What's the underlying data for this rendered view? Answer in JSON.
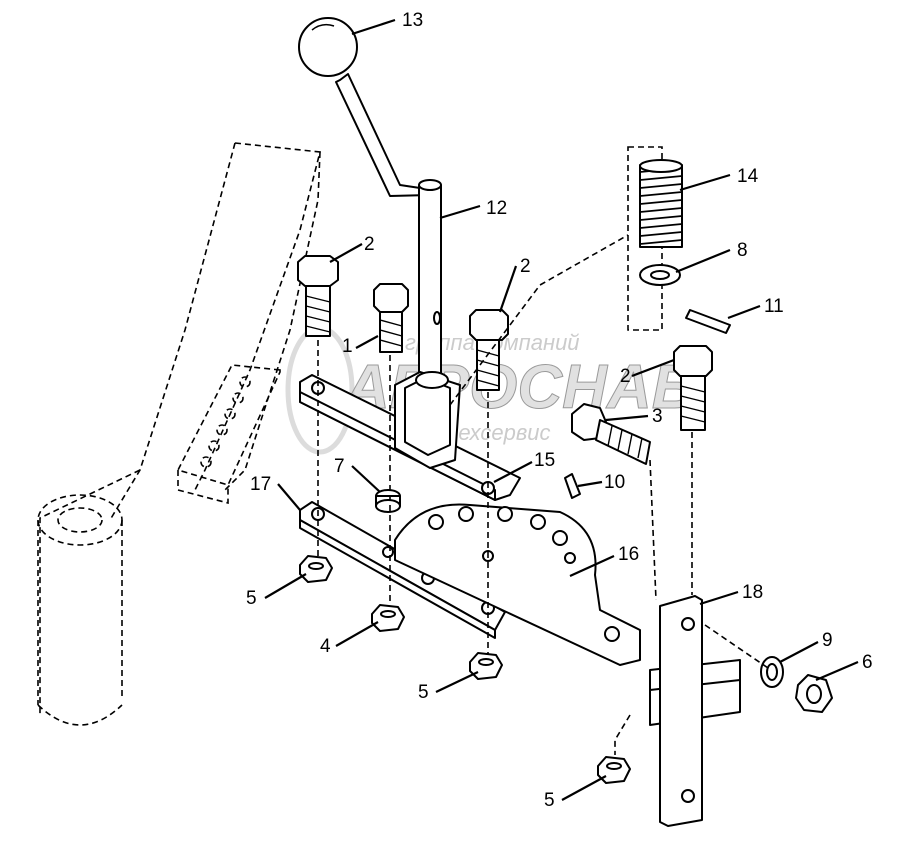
{
  "diagram": {
    "callouts": [
      {
        "id": "c13",
        "label": "13"
      },
      {
        "id": "c12",
        "label": "12"
      },
      {
        "id": "c14",
        "label": "14"
      },
      {
        "id": "c8",
        "label": "8"
      },
      {
        "id": "c11",
        "label": "11"
      },
      {
        "id": "c2a",
        "label": "2"
      },
      {
        "id": "c2b",
        "label": "2"
      },
      {
        "id": "c2c",
        "label": "2"
      },
      {
        "id": "c1",
        "label": "1"
      },
      {
        "id": "c3",
        "label": "3"
      },
      {
        "id": "c15",
        "label": "15"
      },
      {
        "id": "c7",
        "label": "7"
      },
      {
        "id": "c10",
        "label": "10"
      },
      {
        "id": "c17",
        "label": "17"
      },
      {
        "id": "c16",
        "label": "16"
      },
      {
        "id": "c18",
        "label": "18"
      },
      {
        "id": "c5a",
        "label": "5"
      },
      {
        "id": "c4",
        "label": "4"
      },
      {
        "id": "c5b",
        "label": "5"
      },
      {
        "id": "c9",
        "label": "9"
      },
      {
        "id": "c6",
        "label": "6"
      },
      {
        "id": "c5c",
        "label": "5"
      }
    ]
  },
  "watermark": {
    "line1": "группа компаний",
    "line2": "АГРОСНАБ",
    "line3": "техсервис"
  }
}
